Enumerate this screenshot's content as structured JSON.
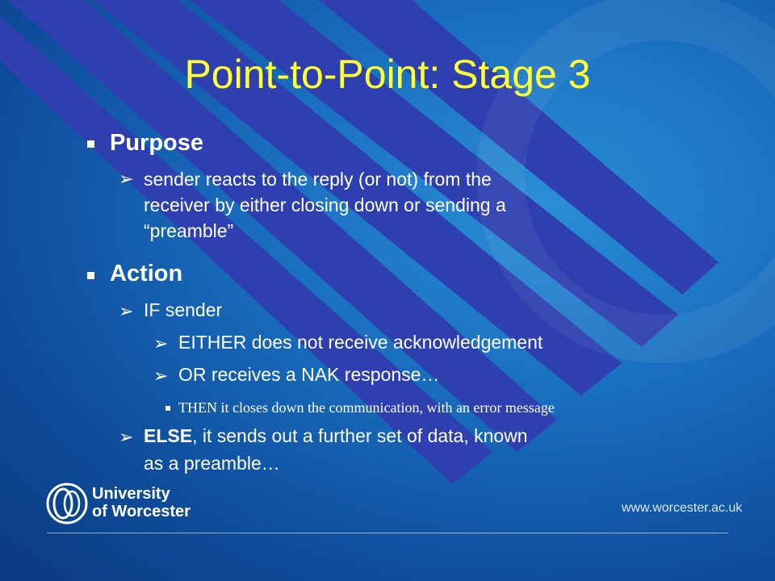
{
  "slide": {
    "title": "Point-to-Point: Stage 3",
    "purpose_heading": "Purpose",
    "purpose_text_1": "sender reacts to the reply (or not) from the",
    "purpose_text_2": "receiver by either closing down or sending a",
    "purpose_text_3": "“preamble”",
    "action_heading": "Action",
    "if_sender": "IF sender",
    "either": "EITHER does not receive acknowledgement",
    "or": "OR receives a NAK response…",
    "then": "THEN it closes down the communication, with an error message",
    "else_bold": "ELSE",
    "else_rest": ", it sends out a further set of data, known",
    "else_rest_2": "as a preamble…"
  },
  "footer": {
    "logo_line1": "University",
    "logo_line2": "of Worcester",
    "url": "www.worcester.ac.uk"
  },
  "colors": {
    "title": "#ffff33",
    "stripe": "#2e3fb0",
    "text": "#ffffff"
  }
}
